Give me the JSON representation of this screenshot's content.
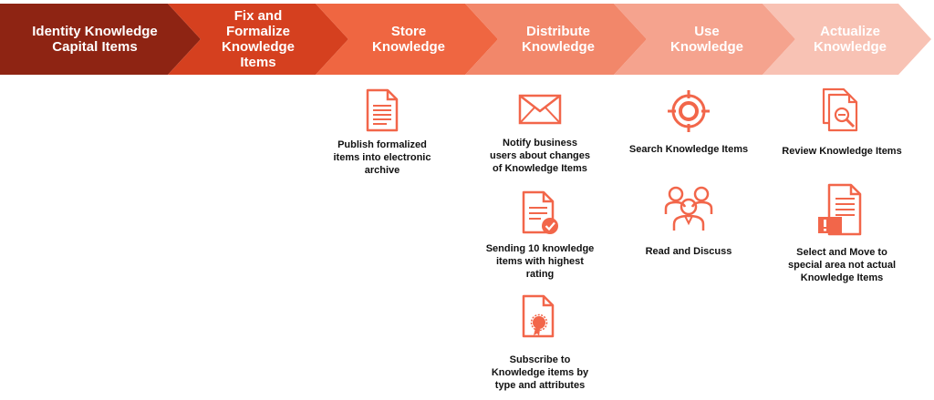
{
  "colors": {
    "accent": "#f2664a",
    "steps": [
      "#8e2413",
      "#d5401f",
      "#ef6641",
      "#f2876a",
      "#f5a38e",
      "#f8c2b4"
    ]
  },
  "steps": [
    {
      "label": "Identity Knowledge\nCapital Items"
    },
    {
      "label": "Fix and\nFormalize\nKnowledge\nItems"
    },
    {
      "label": "Store\nKnowledge"
    },
    {
      "label": "Distribute\nKnowledge"
    },
    {
      "label": "Use\nKnowledge"
    },
    {
      "label": "Actualize\nKnowledge"
    }
  ],
  "activities": {
    "store": [
      {
        "icon": "document-lines-icon",
        "text": "Publish formalized\nitems into electronic\narchive"
      }
    ],
    "distribute": [
      {
        "icon": "envelope-icon",
        "text": "Notify business\nusers about changes\nof Knowledge Items"
      },
      {
        "icon": "document-check-icon",
        "text": "Sending 10 knowledge\nitems with highest\nrating"
      },
      {
        "icon": "certificate-seal-icon",
        "text": "Subscribe to\nKnowledge items by\ntype and attributes"
      }
    ],
    "use": [
      {
        "icon": "target-icon",
        "text": "Search Knowledge Items"
      },
      {
        "icon": "team-people-icon",
        "text": "Read and Discuss"
      }
    ],
    "actualize": [
      {
        "icon": "document-magnifier-icon",
        "text": "Review Knowledge Items"
      },
      {
        "icon": "document-alert-icon",
        "text": "Select and Move to\nspecial area not actual\nKnowledge Items"
      }
    ]
  }
}
